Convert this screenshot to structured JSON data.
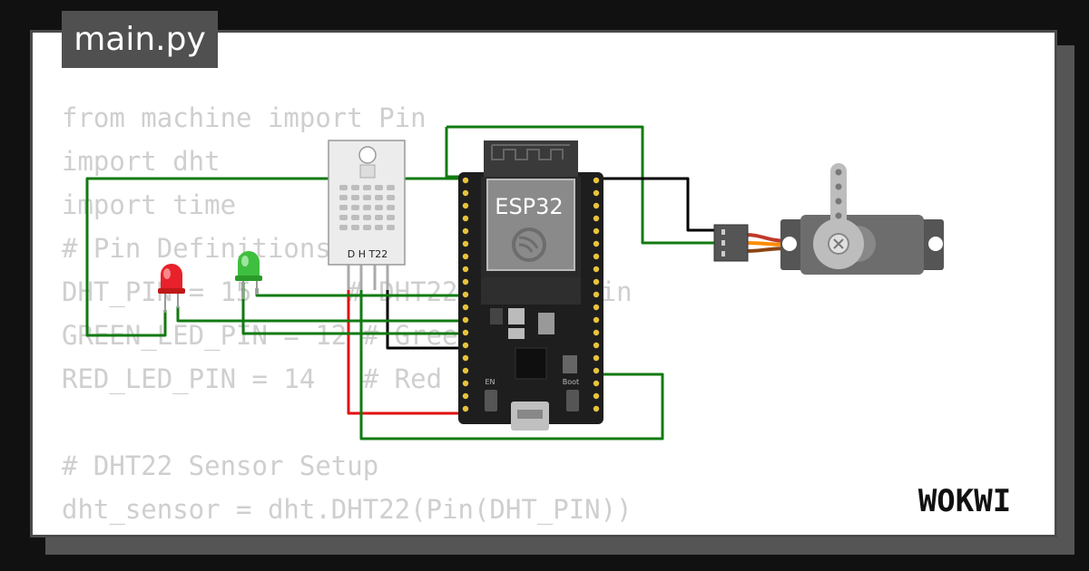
{
  "file_tab": {
    "label": "main.py"
  },
  "code_lines": [
    "from machine import Pin",
    "import dht",
    "import time",
    "# Pin Definitions",
    "DHT_PIN = 15      # DHT22 sensor pin",
    "GREEN_LED_PIN = 12 # Green LED pin",
    "RED_LED_PIN = 14   # Red LED pin",
    "",
    "# DHT22 Sensor Setup",
    "dht_sensor = dht.DHT22(Pin(DHT_PIN))"
  ],
  "components": {
    "esp32_label": "ESP32",
    "dht_label": "D H T22",
    "en_label": "EN",
    "boot_label": "Boot"
  },
  "brand": {
    "logo": "WOKWI"
  },
  "colors": {
    "background": "#111111",
    "wire_green": "#117a11",
    "wire_red": "#e01010",
    "wire_black": "#000000",
    "led_red": "#e8212b",
    "led_green": "#3fbf3f",
    "board": "#1e1e1e",
    "servo": "#6d6d6d"
  }
}
